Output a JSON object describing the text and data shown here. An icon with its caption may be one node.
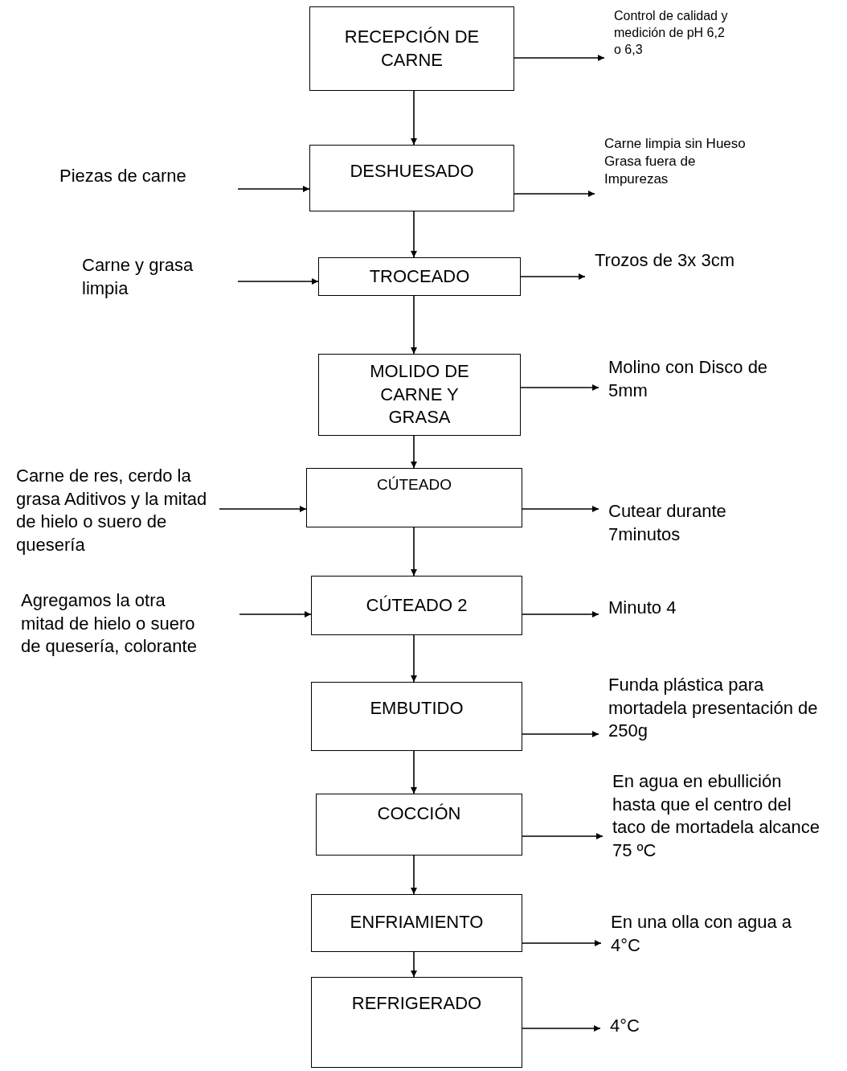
{
  "diagram": {
    "nodes": [
      {
        "text": [
          "RECEPCIÓN  DE CARNE"
        ]
      },
      {
        "text": [
          "Control de calidad y medición de pH 6,2 o 6,3"
        ]
      },
      {
        "text": [
          "Piezas de carne"
        ]
      },
      {
        "text": [
          "DESHUESADO"
        ]
      },
      {
        "text": [
          "Carne limpia sin Hueso Grasa fuera de Impurezas"
        ]
      },
      {
        "text": [
          "Carne y grasa limpia"
        ]
      },
      {
        "text": [
          "TROCEADO"
        ]
      },
      {
        "text": [
          "Trozos de 3x 3cm"
        ]
      },
      {
        "text": [
          "MOLIDO DE CARNE Y GRASA"
        ]
      },
      {
        "text": [
          "Molino con Disco de 5mm"
        ]
      },
      {
        "text": [
          "Carne de res, cerdo la grasa Aditivos y la mitad de hielo o suero de quesería"
        ]
      },
      {
        "text": [
          "CÚTEADO"
        ]
      },
      {
        "text": [
          "Cutear durante 7minutos"
        ]
      },
      {
        "text": [
          "Agregamos la otra mitad de hielo o suero de quesería, colorante"
        ]
      },
      {
        "text": [
          "CÚTEADO 2"
        ]
      },
      {
        "text": [
          "Minuto 4"
        ]
      },
      {
        "text": [
          "EMBUTIDO"
        ]
      },
      {
        "text": [
          "Funda plástica para mortadela presentación de 250g"
        ]
      },
      {
        "text": [
          "COCCIÓN"
        ]
      },
      {
        "text": [
          "En agua en ebullición hasta que el centro del taco de mortadela alcance  75 ºC"
        ]
      },
      {
        "text": [
          "ENFRIAMIENTO"
        ]
      },
      {
        "text": [
          "En una olla con agua a 4°C"
        ]
      },
      {
        "text": [
          "REFRIGERADO"
        ]
      },
      {
        "text": [
          "4°C"
        ]
      }
    ],
    "edges": [
      {
        "from": 0,
        "to": 1,
        "arrow": "to"
      },
      {
        "from": 0,
        "to": 3,
        "arrow": "to"
      },
      {
        "from": 2,
        "to": 3,
        "arrow": "to"
      },
      {
        "from": 3,
        "to": 4,
        "arrow": "to"
      },
      {
        "from": 3,
        "to": 6,
        "arrow": "to"
      },
      {
        "from": 5,
        "to": 6,
        "arrow": "to"
      },
      {
        "from": 6,
        "to": 7,
        "arrow": "to"
      },
      {
        "from": 6,
        "to": 8,
        "arrow": "to"
      },
      {
        "from": 8,
        "to": 9,
        "arrow": "to"
      },
      {
        "from": 8,
        "to": 11,
        "arrow": "to"
      },
      {
        "from": 10,
        "to": 11,
        "arrow": "to"
      },
      {
        "from": 11,
        "to": 12,
        "arrow": "to"
      },
      {
        "from": 11,
        "to": 14,
        "arrow": "to"
      },
      {
        "from": 13,
        "to": 14,
        "arrow": "to"
      },
      {
        "from": 14,
        "to": 15,
        "arrow": "to"
      },
      {
        "from": 14,
        "to": 16,
        "arrow": "to"
      },
      {
        "from": 16,
        "to": 17,
        "arrow": "to"
      },
      {
        "from": 16,
        "to": 18,
        "arrow": "to"
      },
      {
        "from": 18,
        "to": 19,
        "arrow": "to"
      },
      {
        "from": 18,
        "to": 20,
        "arrow": "to"
      },
      {
        "from": 20,
        "to": 21,
        "arrow": "to"
      },
      {
        "from": 20,
        "to": 22,
        "arrow": "to"
      },
      {
        "from": 22,
        "to": 23,
        "arrow": "to"
      }
    ]
  }
}
